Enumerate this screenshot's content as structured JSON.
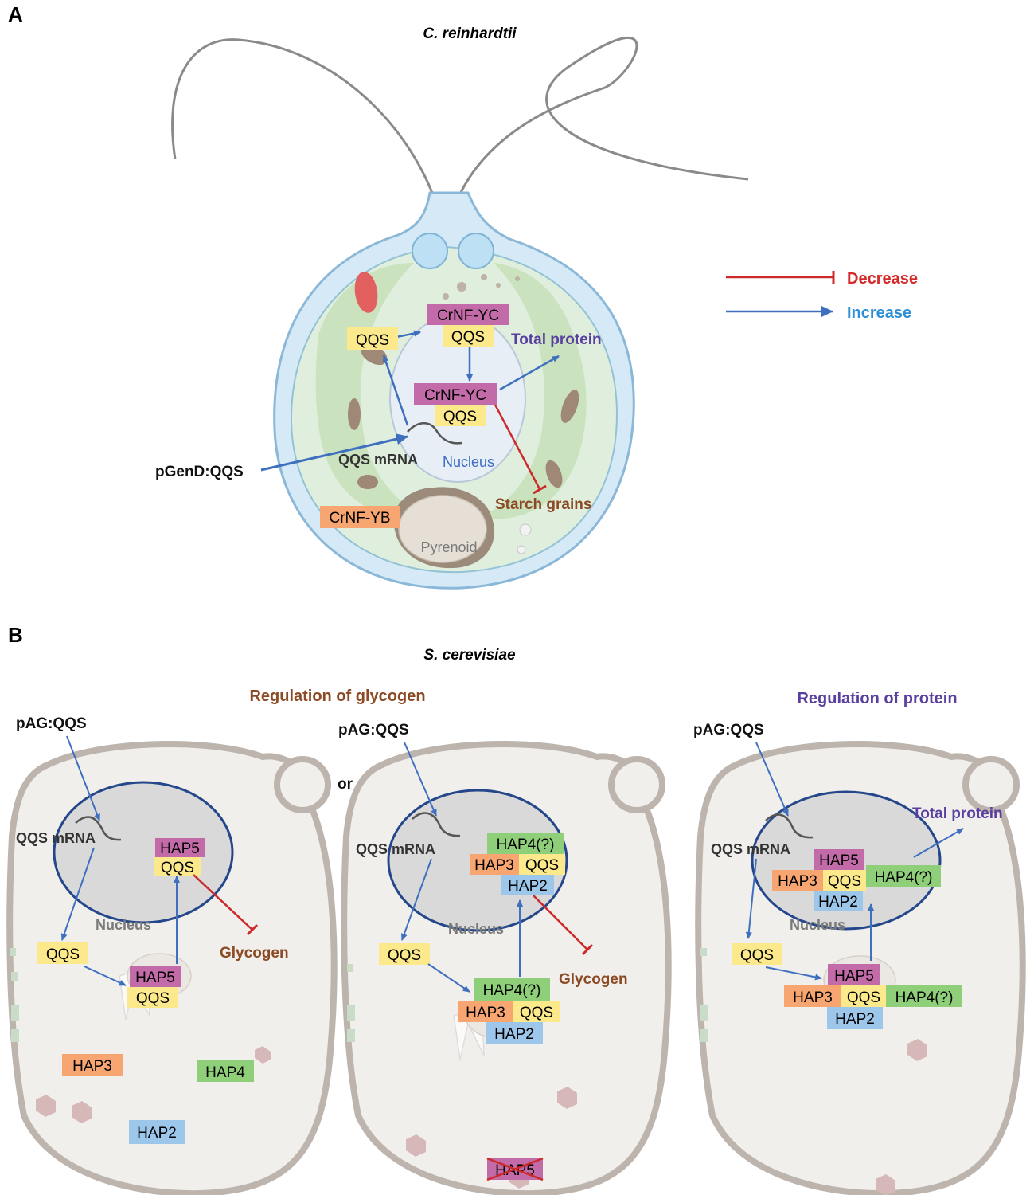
{
  "colors": {
    "magenta": "#c36ba8",
    "yellow": "#fbe98c",
    "orange": "#f7a671",
    "green": "#8fcf7a",
    "blue": "#9cc6ea",
    "arrow_blue": "#3f6fbf",
    "inhibit_red": "#cc2a2a",
    "brown_text": "#8c4a24",
    "purple_text": "#5a3fa0",
    "nucleus_edge": "#24468a"
  },
  "panel_a": {
    "letter": "A",
    "organism": "C. reinhardtii",
    "labels": {
      "qqs": "QQS",
      "crnf_yc": "CrNF-YC",
      "crnf_yb": "CrNF-YB",
      "total_protein": "Total protein",
      "qqs_mrna": "QQS mRNA",
      "nucleus": "Nucleus",
      "pgend": "pGenD:QQS",
      "starch": "Starch grains",
      "pyrenoid": "Pyrenoid"
    }
  },
  "legend": {
    "decrease": "Decrease",
    "increase": "Increase"
  },
  "panel_b": {
    "letter": "B",
    "organism": "S. cerevisiae",
    "heading_glycogen": "Regulation of glycogen",
    "heading_protein": "Regulation of protein",
    "or": "or",
    "labels": {
      "pag": "pAG:QQS",
      "qqs_mrna": "QQS mRNA",
      "nucleus": "Nucleus",
      "qqs": "QQS",
      "hap2": "HAP2",
      "hap3": "HAP3",
      "hap4": "HAP4",
      "hap4q": "HAP4(?)",
      "hap5": "HAP5",
      "glycogen": "Glycogen",
      "total_protein": "Total protein"
    }
  }
}
